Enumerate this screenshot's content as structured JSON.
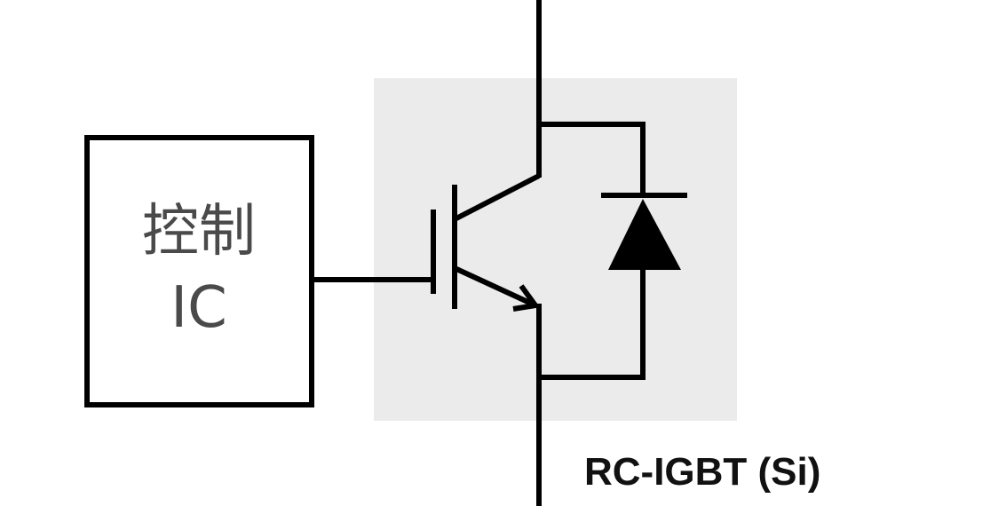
{
  "control_ic": {
    "line1": "控制",
    "line2": "IC"
  },
  "device": {
    "label": "RC-IGBT (Si)"
  },
  "colors": {
    "background": "#ffffff",
    "device_area": "#ebebeb",
    "stroke": "#000000",
    "ic_text": "#4a4a4a"
  }
}
